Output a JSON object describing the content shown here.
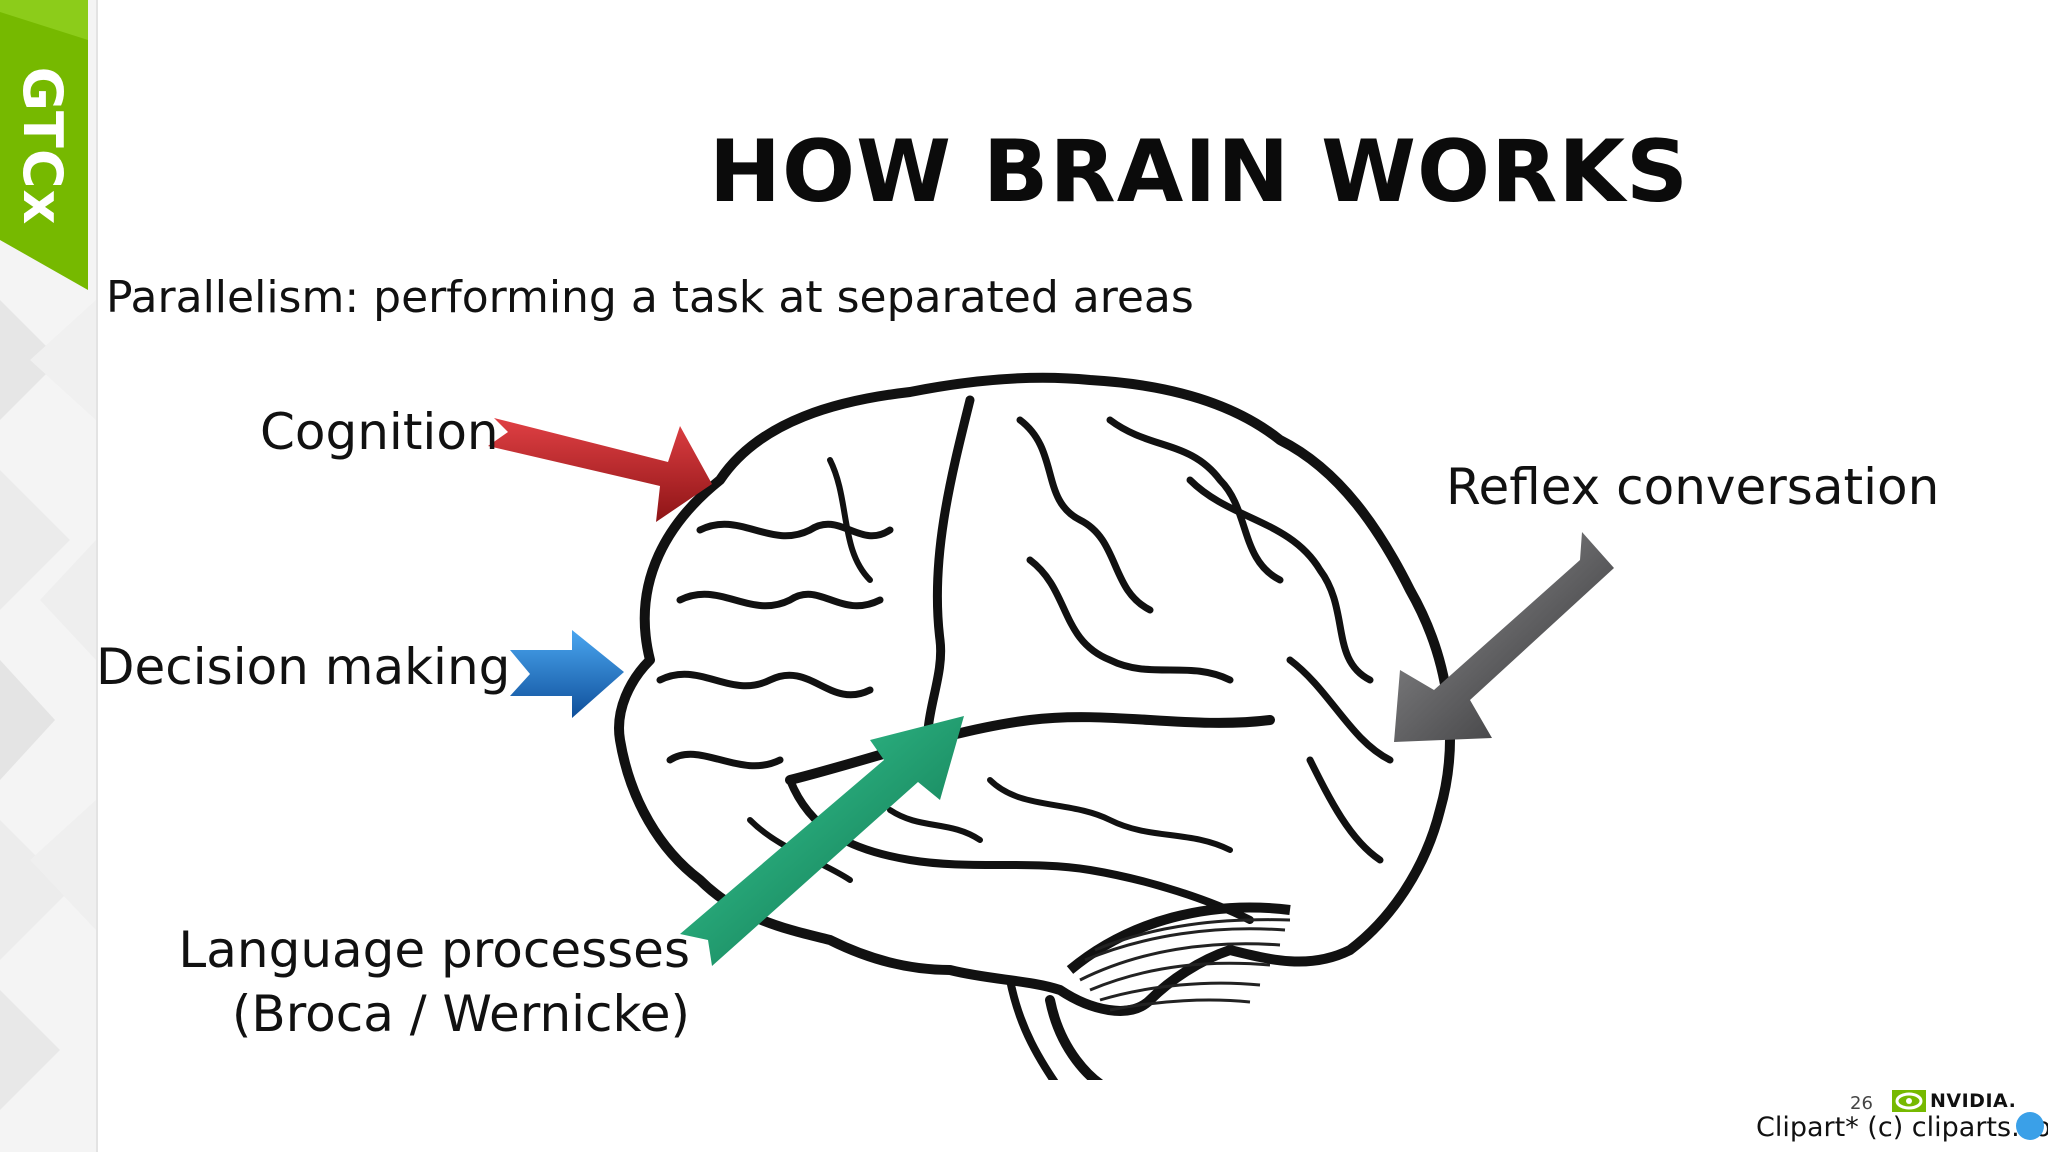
{
  "slide": {
    "brand_tab": "GTCx",
    "title": "HOW BRAIN WORKS",
    "subtitle": "Parallelism: performing a task at separated areas"
  },
  "labels": {
    "cognition": "Cognition",
    "decision": "Decision making",
    "language_line1": "Language processes",
    "language_line2": "(Broca / Wernicke)",
    "reflex": "Reflex conversation"
  },
  "arrows": [
    {
      "name": "cognition-arrow",
      "color": "#c0282a"
    },
    {
      "name": "decision-arrow",
      "color": "#1f78d0"
    },
    {
      "name": "language-arrow",
      "color": "#17986a"
    },
    {
      "name": "reflex-arrow",
      "color": "#4a4a4c"
    }
  ],
  "footer": {
    "page_number": "26",
    "logo_text": "NVIDIA.",
    "credit": "Clipart* (c) cliparts.co"
  },
  "colors": {
    "brand_green": "#76b900",
    "background": "#ffffff"
  }
}
